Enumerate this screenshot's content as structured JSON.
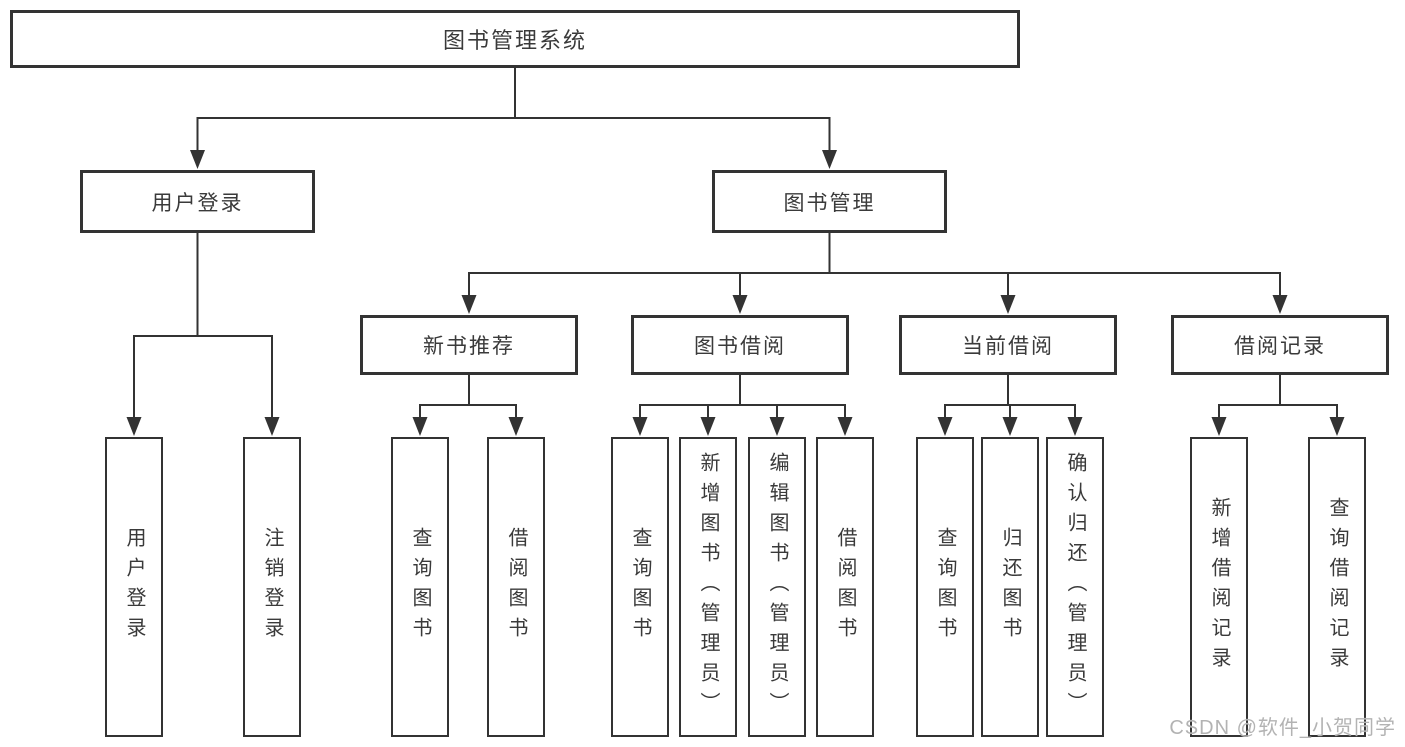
{
  "diagram": {
    "title": "图书管理系统",
    "nodes": [
      {
        "id": "root",
        "label": "图书管理系统",
        "orientation": "horizontal"
      },
      {
        "id": "login",
        "label": "用户登录",
        "orientation": "horizontal"
      },
      {
        "id": "mgmt",
        "label": "图书管理",
        "orientation": "horizontal"
      },
      {
        "id": "login-user",
        "label": "用户登录",
        "orientation": "vertical"
      },
      {
        "id": "login-logout",
        "label": "注销登录",
        "orientation": "vertical"
      },
      {
        "id": "rec",
        "label": "新书推荐",
        "orientation": "horizontal"
      },
      {
        "id": "borrow",
        "label": "图书借阅",
        "orientation": "horizontal"
      },
      {
        "id": "current",
        "label": "当前借阅",
        "orientation": "horizontal"
      },
      {
        "id": "records",
        "label": "借阅记录",
        "orientation": "horizontal"
      },
      {
        "id": "rec-query",
        "label": "查询图书",
        "orientation": "vertical"
      },
      {
        "id": "rec-borrow",
        "label": "借阅图书",
        "orientation": "vertical"
      },
      {
        "id": "borrow-query",
        "label": "查询图书",
        "orientation": "vertical"
      },
      {
        "id": "borrow-add",
        "label": "新增图书（管理员）",
        "orientation": "vertical"
      },
      {
        "id": "borrow-edit",
        "label": "编辑图书（管理员）",
        "orientation": "vertical"
      },
      {
        "id": "borrow-borrow",
        "label": "借阅图书",
        "orientation": "vertical"
      },
      {
        "id": "cur-query",
        "label": "查询图书",
        "orientation": "vertical"
      },
      {
        "id": "cur-return",
        "label": "归还图书",
        "orientation": "vertical"
      },
      {
        "id": "cur-confirm",
        "label": "确认归还（管理员）",
        "orientation": "vertical"
      },
      {
        "id": "records-add",
        "label": "新增借阅记录",
        "orientation": "vertical"
      },
      {
        "id": "records-query",
        "label": "查询借阅记录",
        "orientation": "vertical"
      }
    ],
    "edges": [
      {
        "parent": "root",
        "children": [
          "login",
          "mgmt"
        ]
      },
      {
        "parent": "login",
        "children": [
          "login-user",
          "login-logout"
        ]
      },
      {
        "parent": "mgmt",
        "children": [
          "rec",
          "borrow",
          "current",
          "records"
        ]
      },
      {
        "parent": "rec",
        "children": [
          "rec-query",
          "rec-borrow"
        ]
      },
      {
        "parent": "borrow",
        "children": [
          "borrow-query",
          "borrow-add",
          "borrow-edit",
          "borrow-borrow"
        ]
      },
      {
        "parent": "current",
        "children": [
          "cur-query",
          "cur-return",
          "cur-confirm"
        ]
      },
      {
        "parent": "records",
        "children": [
          "records-add",
          "records-query"
        ]
      }
    ]
  },
  "watermark": {
    "text": "CSDN @软件_小贺同学"
  },
  "colors": {
    "line": "#333333",
    "box_border": "#333333",
    "box_fill": "#ffffff",
    "text": "#3a3a3a",
    "watermark": "#b3b3b3"
  }
}
